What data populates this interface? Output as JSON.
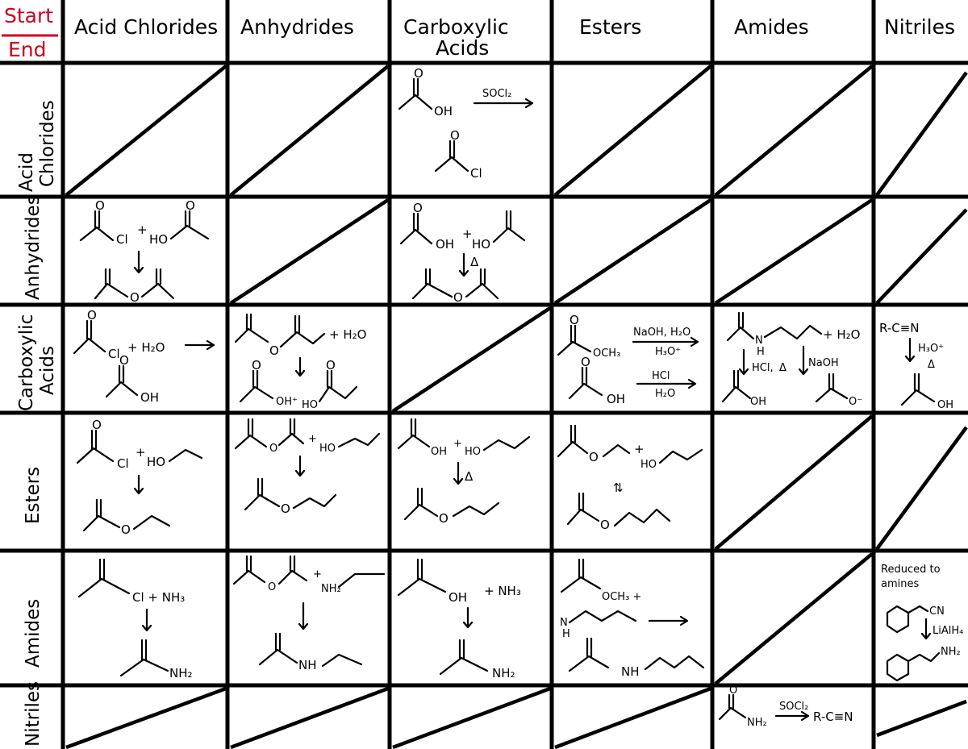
{
  "corner": {
    "start": "Start",
    "end": "End"
  },
  "columns": [
    "Acid Chlorides",
    "Anhydrides",
    "Carboxylic",
    "Acids",
    "Esters",
    "Amides",
    "Nitriles"
  ],
  "rows": [
    "Acid",
    "Chlorides",
    "Anhydrides",
    "Carboxylic",
    "Acids",
    "Esters",
    "Amides",
    "Nitriles"
  ],
  "labels": {
    "oh": "OH",
    "cl": "Cl",
    "ho": "HO",
    "o": "O",
    "plus": "+",
    "socl2": "SOCl₂",
    "delta": "Δ",
    "h2o_plus": "+ H₂O",
    "h2o": "H₂O",
    "h3o": "H₃O⁺",
    "naoh_h2o": "NaOH, H₂O",
    "hcl": "HCl",
    "hcl_delta": "HCl,",
    "naoh": "NaOH",
    "och3": "OCH₃",
    "och3_plus": "OCH₃ +",
    "nh3": "+ NH₃",
    "cl_nh3": "Cl + NH₃",
    "nh2": "NH₂",
    "nh": "NH",
    "n": "N",
    "h": "H",
    "oh_minus": "O⁻",
    "oh_plus": "OH⁺",
    "rcn": "R-C≡N",
    "rcn2": "R-C≡N",
    "reduced1": "Reduced to",
    "reduced2": "amines",
    "cn": "CN",
    "lialh4": "LiAlH₄",
    "equil": "⇅"
  },
  "colors": {
    "accent": "#d0021b",
    "line": "#000000"
  }
}
